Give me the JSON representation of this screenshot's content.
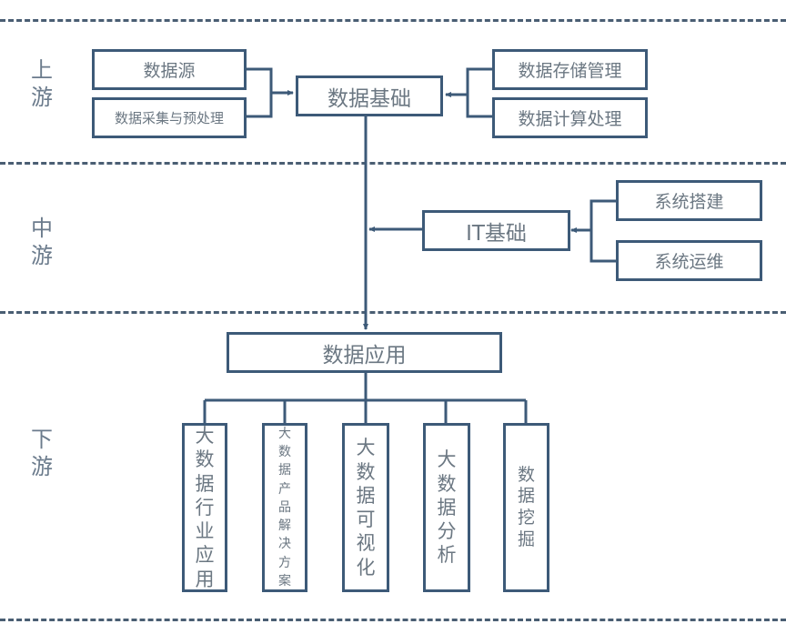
{
  "stages": [
    {
      "id": "upstream",
      "chars": [
        "上",
        "游"
      ]
    },
    {
      "id": "midstream",
      "chars": [
        "中",
        "游"
      ]
    },
    {
      "id": "downstream",
      "chars": [
        "下",
        "游"
      ]
    }
  ],
  "upstream": {
    "center": "数据基础",
    "left": [
      "数据源",
      "数据采集与预处理"
    ],
    "right": [
      "数据存储管理",
      "数据计算处理"
    ]
  },
  "midstream": {
    "center": "IT基础",
    "right": [
      "系统搭建",
      "系统运维"
    ]
  },
  "downstream": {
    "center": "数据应用",
    "children": [
      "大数据行业应用",
      "大数据产品解决方案",
      "大数据可视化",
      "大数据分析",
      "数据挖掘"
    ]
  },
  "colors": {
    "line": "#3d5a78",
    "text": "#6b7782",
    "divider": "#4a5e73"
  }
}
